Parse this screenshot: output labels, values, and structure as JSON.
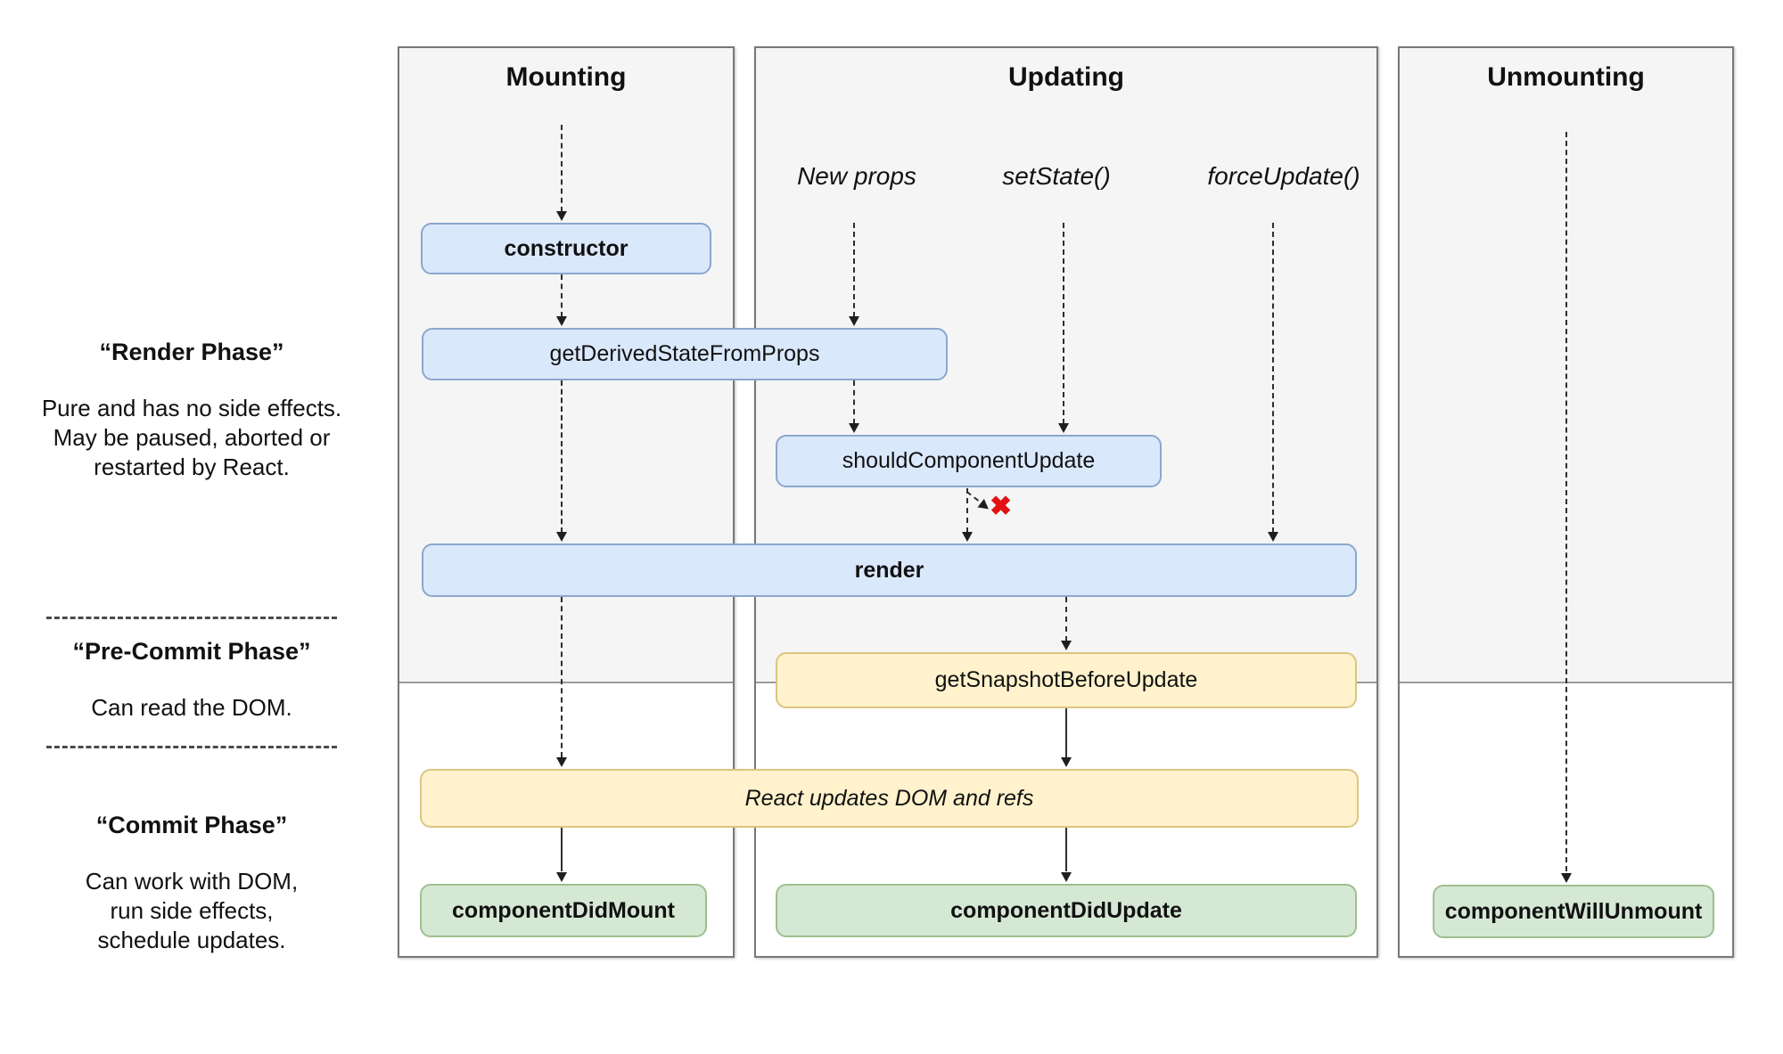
{
  "phase_labels": {
    "render_phase": {
      "title": "“Render Phase”",
      "lines": [
        "Pure and has no side effects.",
        "May be paused, aborted or",
        "restarted by React."
      ]
    },
    "pre_commit_phase": {
      "title": "“Pre-Commit Phase”",
      "lines": [
        "Can read the DOM."
      ]
    },
    "commit_phase": {
      "title": "“Commit Phase”",
      "lines": [
        "Can work with DOM,",
        "run side effects,",
        "schedule updates."
      ]
    }
  },
  "columns": {
    "mounting": {
      "title": "Mounting"
    },
    "updating": {
      "title": "Updating",
      "triggers": {
        "new_props": "New props",
        "set_state": "setState()",
        "force_update": "forceUpdate()"
      }
    },
    "unmounting": {
      "title": "Unmounting"
    }
  },
  "nodes": {
    "constructor": "constructor",
    "get_derived_state_from_props": "getDerivedStateFromProps",
    "should_component_update": "shouldComponentUpdate",
    "render": "render",
    "get_snapshot_before_update": "getSnapshotBeforeUpdate",
    "react_updates_dom_and_refs": "React updates DOM and refs",
    "component_did_mount": "componentDidMount",
    "component_did_update": "componentDidUpdate",
    "component_will_unmount": "componentWillUnmount"
  },
  "marks": {
    "render_skipped": "✖"
  },
  "colors": {
    "node_blue_fill": "#dae8fc",
    "node_blue_border": "#8aa7cd",
    "node_yellow_fill": "#fff2cc",
    "node_yellow_border": "#dcc57f",
    "node_green_fill": "#d5e8d4",
    "node_green_border": "#9ebf8e",
    "column_bg": "#f5f5f5",
    "column_border": "#787878",
    "edge_color": "#2e2e2e",
    "reject_red": "#e31212"
  }
}
